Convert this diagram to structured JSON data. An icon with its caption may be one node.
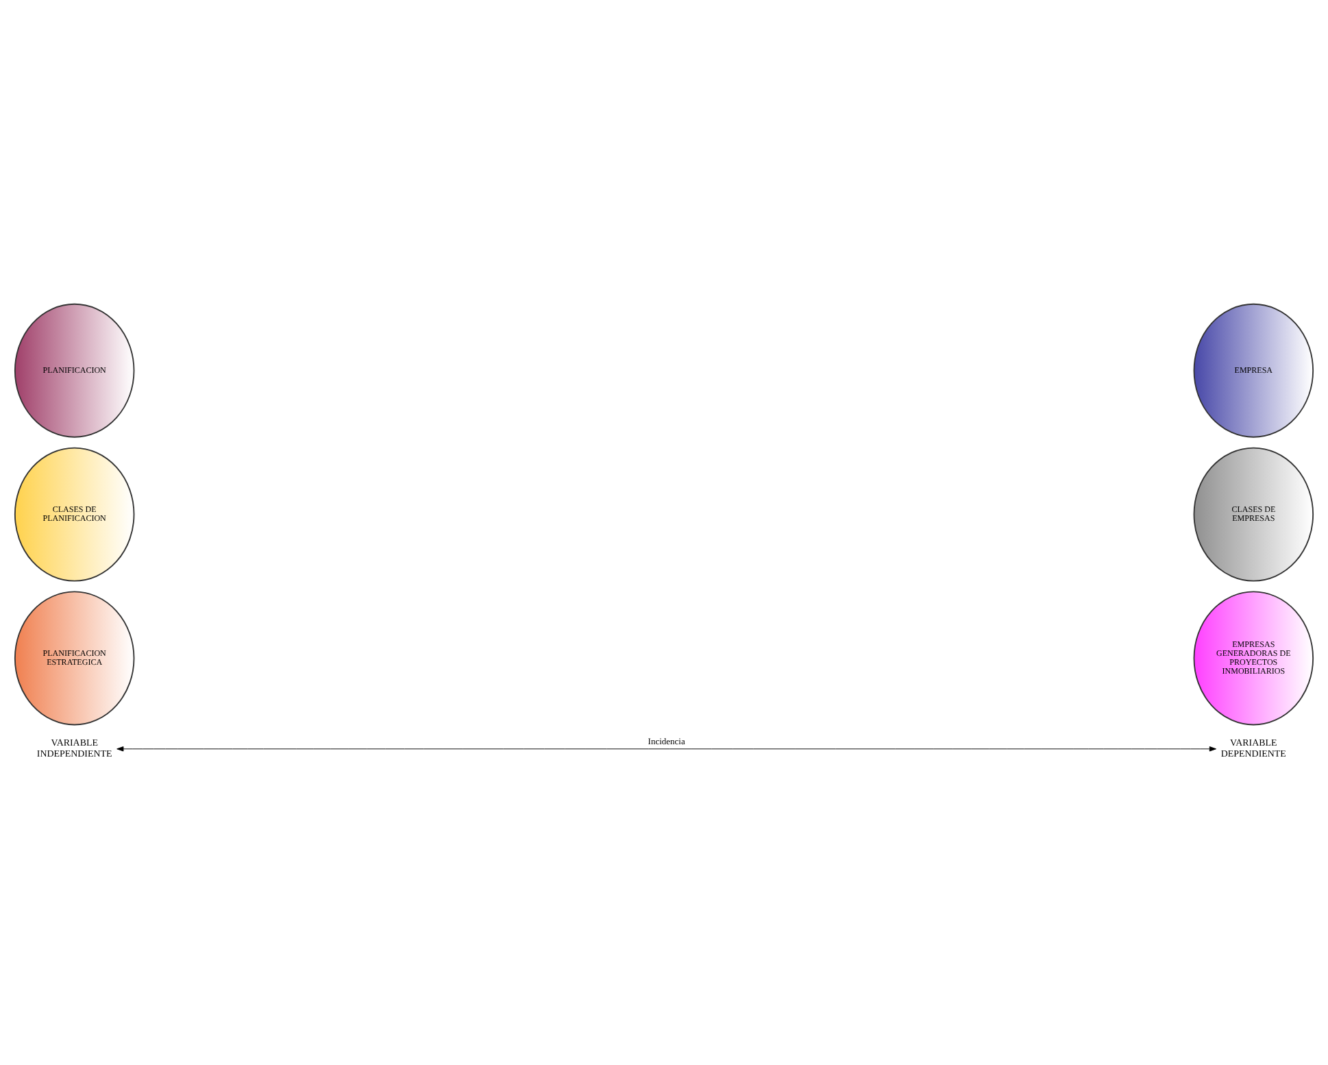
{
  "diagram": {
    "nodes": [
      {
        "text": [
          "PLANIFICACION"
        ]
      },
      {
        "text": [
          "CLASES DE PLANIFICACION"
        ]
      },
      {
        "text": [
          "PLANIFICACION ESTRATEGICA"
        ]
      },
      {
        "text": [
          "EMPRESA"
        ]
      },
      {
        "text": [
          "CLASES DE EMPRESAS"
        ]
      },
      {
        "text": [
          "EMPRESAS GENERADORAS DE PROYECTOS INMOBILIARIOS"
        ]
      },
      {
        "text": [
          "VARIABLE INDEPENDIENTE"
        ]
      },
      {
        "text": [
          "VARIABLE DEPENDIENTE"
        ]
      }
    ],
    "edges": [
      {
        "from": 6,
        "to": 7,
        "arrow": "both",
        "label": "Incidencia"
      }
    ]
  }
}
